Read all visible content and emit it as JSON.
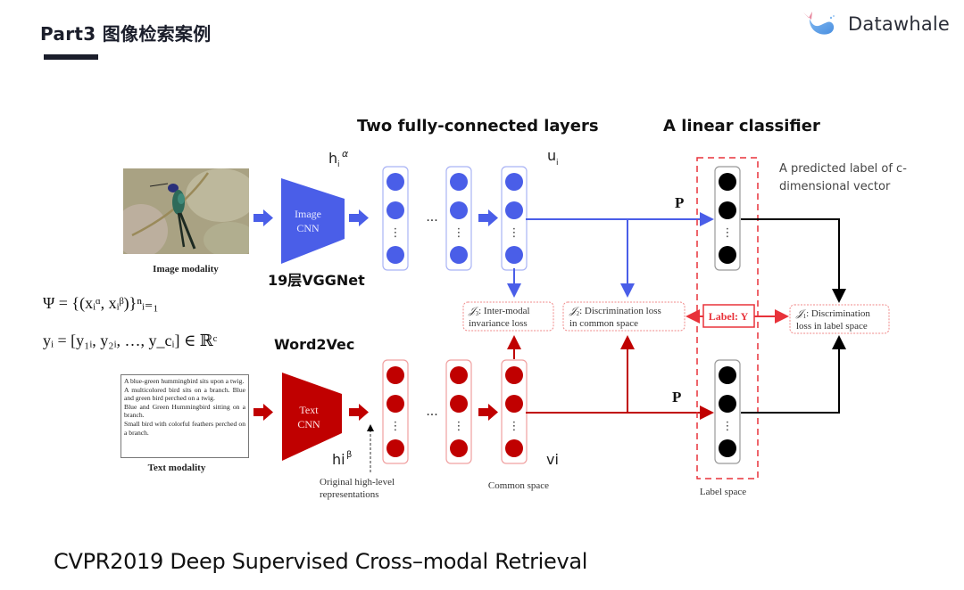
{
  "header": {
    "title": "Part3 图像检索案例",
    "logo_text": "Datawhale",
    "logo_icon": "whale-icon"
  },
  "colors": {
    "title_text": "#1b1e2b",
    "image_branch": "#4a5ee8",
    "text_branch": "#c00000",
    "label_space": "#e8323a",
    "classifier_nodes": "#000000",
    "loss_box_border": "#f08a8a"
  },
  "diagram": {
    "section_titles": {
      "fc_layers": "Two fully-connected layers",
      "classifier": "A linear classifier"
    },
    "image_branch": {
      "modality_caption": "Image modality",
      "cnn_label_line1": "Image",
      "cnn_label_line2": "CNN",
      "backbone_note": "19层VGGNet",
      "feature_label": "h",
      "feature_sub": "i",
      "feature_sup": "α",
      "output_label": "u",
      "output_sub": "i"
    },
    "text_branch": {
      "modality_caption": "Text modality",
      "sentences": [
        "A blue-green hummingbird sits upon a twig.",
        "A multicolored bird sits on a branch. Blue and green bird perched on a twig.",
        "Blue and Green Hummingbird sitting on a branch.",
        "Small bird with colorful feathers perched on a branch."
      ],
      "cnn_label_line1": "Text",
      "cnn_label_line2": "CNN",
      "embedding_note": "Word2Vec",
      "feature_label": "hi",
      "feature_sup": "β",
      "output_label": "vi"
    },
    "formulas": {
      "psi": "Ψ = {(xᵢᵅ, xᵢᵝ)}ⁿᵢ₌₁",
      "y": "yᵢ = [y₁ᵢ, y₂ᵢ, …, y_cᵢ] ∈ ℝᶜ"
    },
    "ellipsis": "···",
    "vertical_dots": "⋮",
    "projection_label": "P",
    "predicted_label_note_line1": "A predicted label of c-",
    "predicted_label_note_line2": "dimensional vector",
    "losses": [
      {
        "symbol": "𝒥",
        "sub": "3",
        "line1": ": Inter-modal",
        "line2": "invariance loss"
      },
      {
        "symbol": "𝒥",
        "sub": "2",
        "line1": ": Discrimination loss",
        "line2": "in common space"
      },
      {
        "symbol": "𝒥",
        "sub": "1",
        "line1": ": Discrimination",
        "line2": "loss in label space"
      }
    ],
    "label_box": "Label: Y",
    "captions": {
      "original": "Original high-level",
      "original_line2": "representations",
      "common_space": "Common space",
      "label_space": "Label space"
    }
  },
  "footer": {
    "caption": "CVPR2019 Deep Supervised Cross–modal Retrieval"
  }
}
